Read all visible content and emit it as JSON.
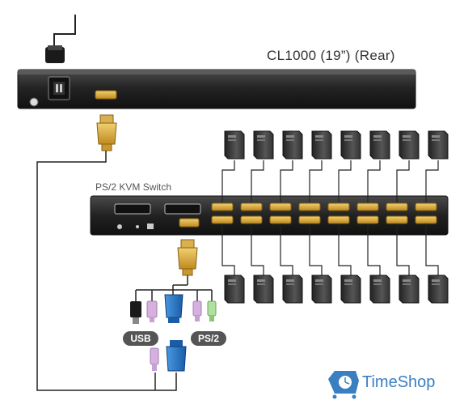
{
  "diagram": {
    "rear_title": "CL1000 (19”) (Rear)",
    "switch_title": "PS/2 KVM Switch",
    "usb_label": "USB",
    "ps2_label": "PS/2"
  },
  "brand": {
    "name": "TimeShop",
    "color": "#3a7fc1"
  },
  "computers": {
    "top_count": 8,
    "bottom_count": 8
  },
  "colors": {
    "port_gold": "#e0b040",
    "cable_blue": "#2a78c8",
    "ps2_pink": "#c8a0d8",
    "ps2_green": "#8ac870",
    "chassis": "#2a2a2a"
  }
}
